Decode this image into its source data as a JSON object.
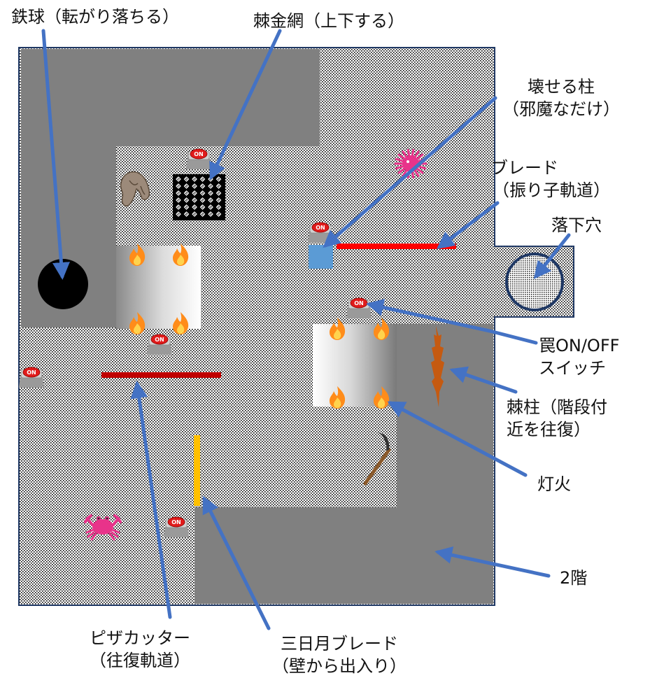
{
  "labels": {
    "iron_ball": [
      "鉄球（転がり落ちる）"
    ],
    "spike_net": [
      "棘金網（上下する）"
    ],
    "breakable_pillar": [
      "壊せる柱",
      "（邪魔なだけ）"
    ],
    "blade": [
      "ブレード",
      "（振り子軌道）"
    ],
    "pit": [
      "落下穴"
    ],
    "trap_switch": [
      "罠ON/OFF",
      "スイッチ"
    ],
    "spike_pillar": [
      "棘柱（階段付",
      "近を往復）"
    ],
    "torch": [
      "灯火"
    ],
    "second_floor": [
      "2階"
    ],
    "pizza_cutter": [
      "ピザカッター",
      "（往復軌道）"
    ],
    "crescent_blade": [
      "三日月ブレード",
      "（壁から出入り）"
    ]
  },
  "switch_text": "ON",
  "icons": {
    "switch": "on-switch-icon",
    "flame": "flame-icon",
    "crab": "crab-icon",
    "sea_urchin": "sea-urchin-icon",
    "scythe": "scythe-icon",
    "claw": "claw-icon"
  },
  "colors": {
    "floor_dots": "#000000",
    "second_floor": "#808080",
    "arrow": "#4472c4",
    "pillar": "#5b9bd5",
    "blade": "#ff0000",
    "pizza_cutter": "#c00000",
    "crescent_blade": "#ffc000",
    "spike_pillar": "#c55a11",
    "crab": "#e8338a",
    "flame": "#ff8c1a",
    "switch_button": "#e01b1b",
    "switch_base": "#b0b0b0"
  }
}
